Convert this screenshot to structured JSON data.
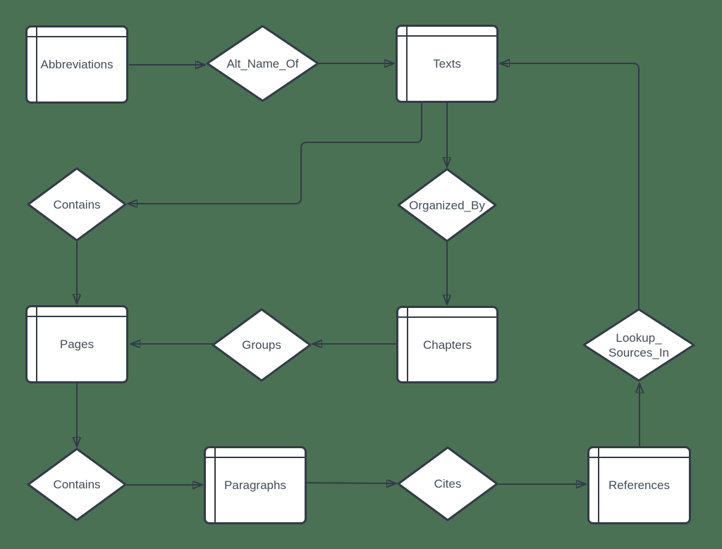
{
  "diagram": {
    "kind": "entity-relationship",
    "entities": [
      {
        "id": "abbreviations",
        "label": "Abbreviations"
      },
      {
        "id": "texts",
        "label": "Texts"
      },
      {
        "id": "pages",
        "label": "Pages"
      },
      {
        "id": "chapters",
        "label": "Chapters"
      },
      {
        "id": "paragraphs",
        "label": "Paragraphs"
      },
      {
        "id": "references",
        "label": "References"
      }
    ],
    "relationships": [
      {
        "id": "alt-name-of",
        "label": "Alt_Name_Of"
      },
      {
        "id": "contains-texts-pages",
        "label": "Contains"
      },
      {
        "id": "organized-by",
        "label": "Organized_By"
      },
      {
        "id": "groups",
        "label": "Groups"
      },
      {
        "id": "lookup-sources-in",
        "label": "Lookup_Sources_In",
        "line1": "Lookup_",
        "line2": "Sources_In"
      },
      {
        "id": "contains-pages-paragraphs",
        "label": "Contains"
      },
      {
        "id": "cites",
        "label": "Cites"
      }
    ],
    "edges": [
      {
        "from": "Abbreviations",
        "to": "Alt_Name_Of"
      },
      {
        "from": "Alt_Name_Of",
        "to": "Texts"
      },
      {
        "from": "Texts",
        "to": "Contains (upper)"
      },
      {
        "from": "Texts",
        "to": "Organized_By"
      },
      {
        "from": "Organized_By",
        "to": "Chapters"
      },
      {
        "from": "Contains (upper)",
        "to": "Pages"
      },
      {
        "from": "Chapters",
        "to": "Groups"
      },
      {
        "from": "Groups",
        "to": "Pages"
      },
      {
        "from": "Pages",
        "to": "Contains (lower)"
      },
      {
        "from": "Contains (lower)",
        "to": "Paragraphs"
      },
      {
        "from": "Paragraphs",
        "to": "Cites"
      },
      {
        "from": "Cites",
        "to": "References"
      },
      {
        "from": "References",
        "to": "Lookup_Sources_In"
      },
      {
        "from": "Lookup_Sources_In",
        "to": "Texts"
      }
    ],
    "colors": {
      "background": "#4A7153",
      "shape_fill": "#FFFFFF",
      "stroke": "#333B47",
      "text": "#434C59"
    }
  }
}
